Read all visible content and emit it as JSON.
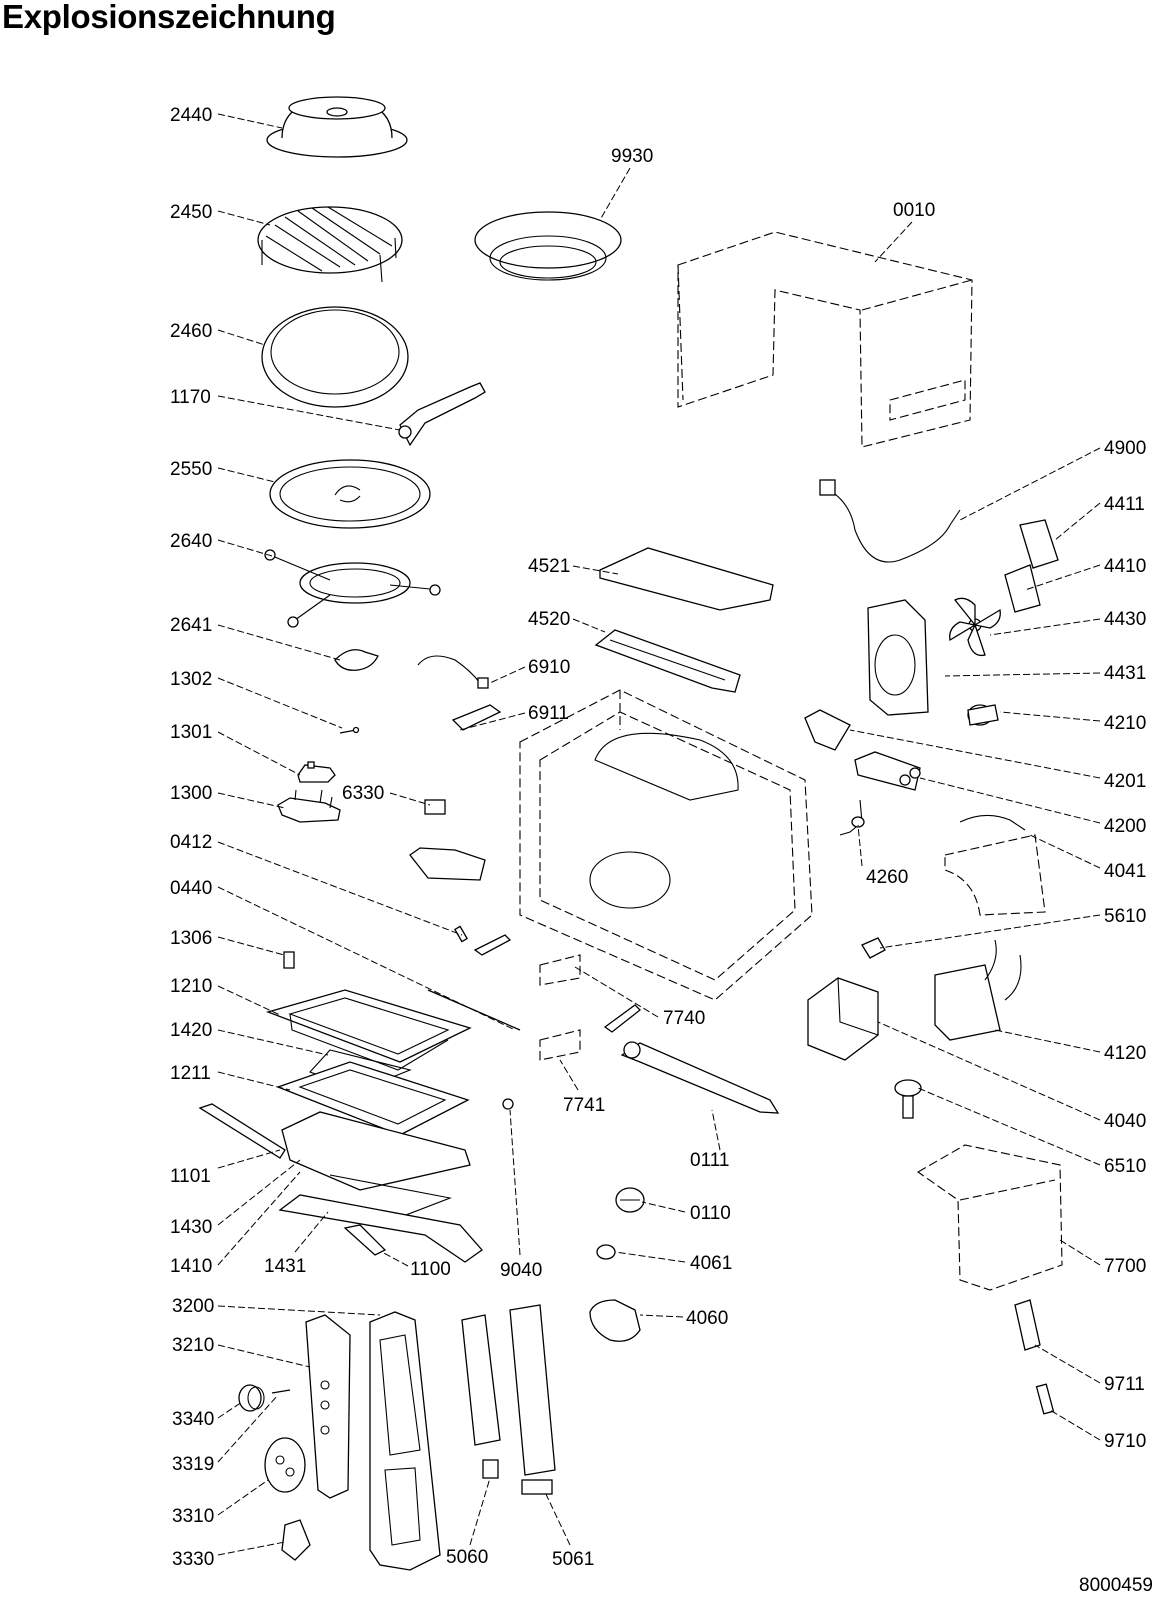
{
  "title": "Explosionszeichnung",
  "document_number": "8000459",
  "part_numbers": {
    "p2440": "2440",
    "p9930": "9930",
    "p2450": "2450",
    "p0010": "0010",
    "p2460": "2460",
    "p1170": "1170",
    "p2550": "2550",
    "p4900": "4900",
    "p4411": "4411",
    "p2640": "2640",
    "p4521": "4521",
    "p4410": "4410",
    "p4520": "4520",
    "p4430": "4430",
    "p2641": "2641",
    "p6910": "6910",
    "p4431": "4431",
    "p1302": "1302",
    "p6911": "6911",
    "p4210": "4210",
    "p1301": "1301",
    "p4201": "4201",
    "p1300": "1300",
    "p6330": "6330",
    "p4200": "4200",
    "p0412": "0412",
    "p4041": "4041",
    "p4260": "4260",
    "p0440": "0440",
    "p5610": "5610",
    "p1306": "1306",
    "p1210": "1210",
    "p7740": "7740",
    "p4120": "4120",
    "p1420": "1420",
    "p1211": "1211",
    "p7741": "7741",
    "p4040": "4040",
    "p0111": "0111",
    "p6510": "6510",
    "p1101": "1101",
    "p0110": "0110",
    "p1430": "1430",
    "p7700": "7700",
    "p1410": "1410",
    "p1431": "1431",
    "p1100": "1100",
    "p9040": "9040",
    "p4061": "4061",
    "p3200": "3200",
    "p4060": "4060",
    "p3210": "3210",
    "p9711": "9711",
    "p3340": "3340",
    "p9710": "9710",
    "p3319": "3319",
    "p3310": "3310",
    "p3330": "3330",
    "p5060": "5060",
    "p5061": "5061"
  }
}
